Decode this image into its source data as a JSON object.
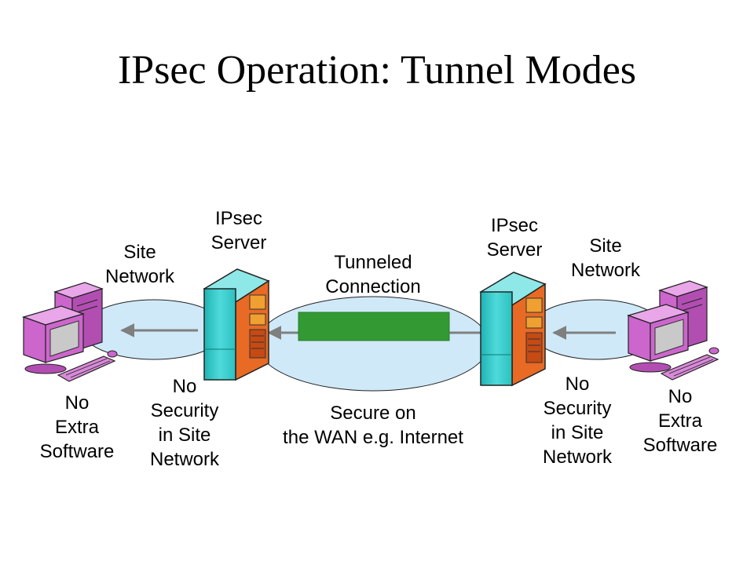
{
  "title": "IPsec Operation: Tunnel Modes",
  "labels": {
    "left_server": "IPsec\nServer",
    "right_server": "IPsec\nServer",
    "left_site": "Site\nNetwork",
    "right_site": "Site\nNetwork",
    "tunnel": "Tunneled\nConnection",
    "wan": "Secure on\nthe WAN e.g. Internet",
    "left_no_security": "No\nSecurity\nin Site\nNetwork",
    "right_no_security": "No\nSecurity\nin Site\nNetwork",
    "left_no_software": "No\nExtra\nSoftware",
    "right_no_software": "No\nExtra\nSoftware"
  },
  "colors": {
    "network_fill": "#cfe9f8",
    "tunnel_bar": "#339933",
    "server_front": "#33cccc",
    "server_side": "#e86a24",
    "computer": "#cc66cc",
    "screen": "#c9c9c9",
    "arrow": "#7f7f7f"
  }
}
